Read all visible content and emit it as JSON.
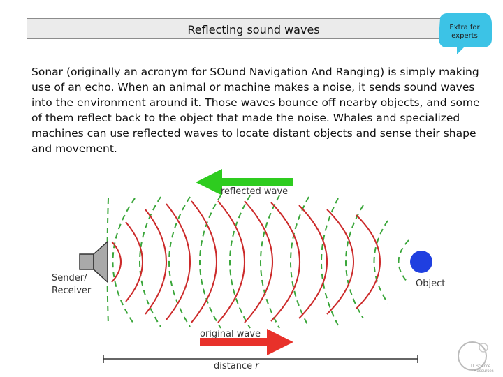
{
  "slide": {
    "title": "Reflecting sound waves",
    "badge": {
      "line1": "Extra for",
      "line2": "experts"
    },
    "body": "Sonar (originally an acronym for SOund Navigation And Ranging) is simply making use of an echo. When an animal or machine makes a noise, it sends sound waves into the environment around it. Those waves bounce off nearby objects, and some of them reflect back to the object that made the noise. Whales and specialized machines can use reflected waves to locate distant objects and sense their shape and movement."
  },
  "diagram": {
    "reflected_label": "reflected wave",
    "original_label": "original wave",
    "sender_line1": "Sender/",
    "sender_line2": "Receiver",
    "object_label": "Object",
    "distance_label": "distance ",
    "distance_var": "r",
    "colors": {
      "reflected": "#2ecc1f",
      "original": "#e8312a",
      "wave_green": "#3aa63a",
      "wave_red": "#cc2a2a",
      "object": "#1f3fe0",
      "speaker": "#a9a9a9",
      "badge": "#3cc3e6"
    }
  },
  "logo": {
    "line1": "IT Science",
    "line2": "Resources"
  }
}
